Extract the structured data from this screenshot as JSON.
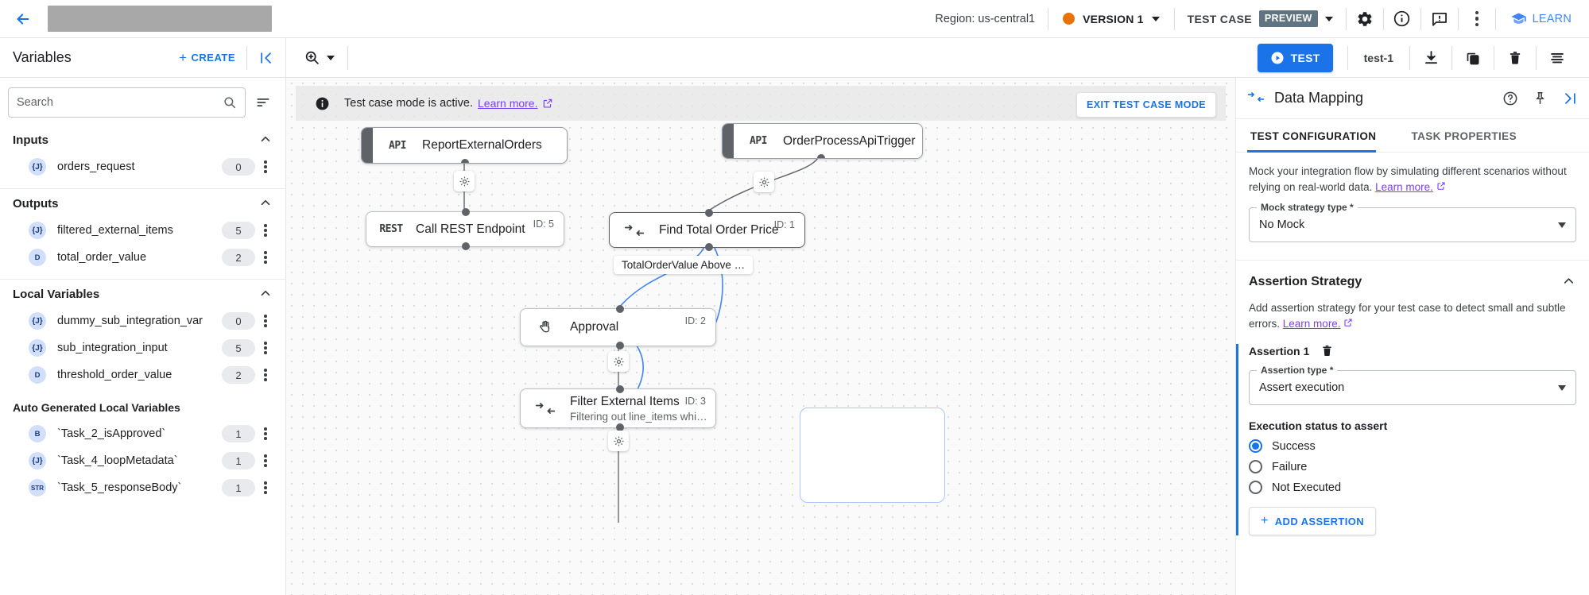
{
  "topbar": {
    "back_icon": "back-arrow-icon",
    "title_redacted": "",
    "region": "Region: us-central1",
    "version": "VERSION 1",
    "test_case_label": "TEST CASE",
    "preview_chip": "PREVIEW",
    "icons": [
      "gear-icon",
      "info-icon",
      "feedback-icon",
      "more-vert-icon"
    ],
    "learn": "LEARN",
    "accent_blue": "#1a73e8",
    "version_dot_color": "#e8710a",
    "preview_chip_color": "#5f7380"
  },
  "toolbar": {
    "variables_title": "Variables",
    "create_label": "CREATE",
    "collapse_icon": "collapse-panel-icon",
    "zoom_icon": "zoom-icon",
    "test_label": "TEST",
    "test_name": "test-1",
    "download_icon": "download-icon",
    "copy_icon": "copy-icon",
    "delete_icon": "trash-icon",
    "menu_icon": "list-menu-icon"
  },
  "sidebar": {
    "search_placeholder": "Search",
    "search_value": "",
    "sections": [
      {
        "title": "Inputs",
        "collapsible": true,
        "items": [
          {
            "type": "{J}",
            "name": "orders_request",
            "badge": "0"
          }
        ]
      },
      {
        "title": "Outputs",
        "collapsible": true,
        "items": [
          {
            "type": "{J}",
            "name": "filtered_external_items",
            "badge": "5"
          },
          {
            "type": "D",
            "name": "total_order_value",
            "badge": "2"
          }
        ]
      },
      {
        "title": "Local Variables",
        "collapsible": true,
        "items": [
          {
            "type": "{J}",
            "name": "dummy_sub_integration_var",
            "badge": "0"
          },
          {
            "type": "{J}",
            "name": "sub_integration_input",
            "badge": "5"
          },
          {
            "type": "D",
            "name": "threshold_order_value",
            "badge": "2"
          }
        ]
      }
    ],
    "auto_section_label": "Auto Generated Local Variables",
    "auto_items": [
      {
        "type": "B",
        "name": "`Task_2_isApproved`",
        "badge": "1"
      },
      {
        "type": "{J}",
        "name": "`Task_4_loopMetadata`",
        "badge": "1"
      },
      {
        "type": "STR",
        "name": "`Task_5_responseBody`",
        "badge": "1"
      }
    ]
  },
  "canvas": {
    "banner_text": "Test case mode is active.",
    "banner_link": "Learn more.",
    "exit_button": "EXIT TEST CASE MODE",
    "nodes": [
      {
        "kind": "trigger",
        "icon": "API",
        "title": "ReportExternalOrders",
        "sub": "",
        "id": ""
      },
      {
        "kind": "trigger",
        "icon": "API",
        "title": "OrderProcessApiTrigger",
        "sub": "",
        "id": ""
      },
      {
        "kind": "task",
        "icon": "REST",
        "title": "Call REST Endpoint",
        "sub": "",
        "id": "ID: 5"
      },
      {
        "kind": "task",
        "icon": "mapping-icon",
        "title": "Find Total Order Price",
        "sub": "",
        "id": "ID: 1"
      },
      {
        "kind": "task",
        "icon": "approval-hand-icon",
        "title": "Approval",
        "sub": "",
        "id": "ID: 2"
      },
      {
        "kind": "task",
        "icon": "mapping-icon",
        "title": "Filter External Items",
        "sub": "Filtering out line_items whi…",
        "id": "ID: 3"
      }
    ],
    "edge_label": "TotalOrderValue Above …"
  },
  "rightpanel": {
    "icon": "data-mapping-icon",
    "title": "Data Mapping",
    "head_icons": [
      "help-icon",
      "pin-icon",
      "expand-panel-icon"
    ],
    "tabs": [
      {
        "label": "TEST CONFIGURATION",
        "active": true
      },
      {
        "label": "TASK PROPERTIES",
        "active": false
      }
    ],
    "mock_desc": "Mock your integration flow by simulating different scenarios without relying on real-world data.",
    "mock_link": "Learn more.",
    "mock_field_label": "Mock strategy type *",
    "mock_field_value": "No Mock",
    "assertion": {
      "section_title": "Assertion Strategy",
      "desc": "Add assertion strategy for your test case to detect small and subtle errors.",
      "desc_link": "Learn more.",
      "item_label": "Assertion 1",
      "delete_icon": "trash-icon",
      "type_field_label": "Assertion type *",
      "type_field_value": "Assert execution",
      "status_label": "Execution status to assert",
      "options": [
        {
          "label": "Success",
          "selected": true
        },
        {
          "label": "Failure",
          "selected": false
        },
        {
          "label": "Not Executed",
          "selected": false
        }
      ],
      "add_label": "ADD ASSERTION"
    }
  }
}
